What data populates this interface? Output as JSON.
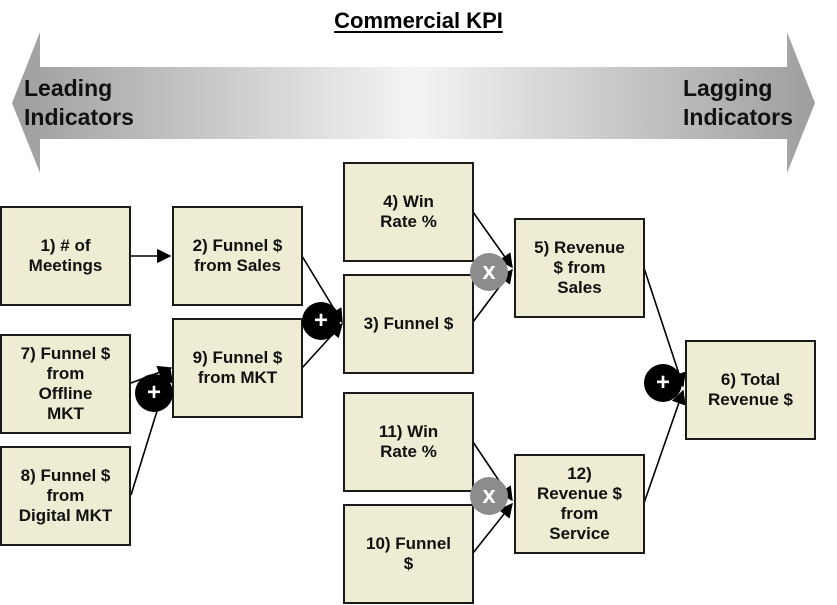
{
  "title": "Commercial KPI",
  "scale": {
    "leading": [
      "Leading",
      "Indicators"
    ],
    "lagging": [
      "Lagging",
      "Indicators"
    ]
  },
  "nodes": {
    "n1": [
      "1) # of",
      "Meetings"
    ],
    "n2": [
      "2) Funnel $",
      "from Sales"
    ],
    "n3": [
      "3) Funnel $"
    ],
    "n4": [
      "4) Win",
      "Rate %"
    ],
    "n5": [
      "5) Revenue",
      "$ from",
      "Sales"
    ],
    "n6": [
      "6) Total",
      "Revenue $"
    ],
    "n7": [
      "7) Funnel $",
      "from",
      "Offline",
      "MKT"
    ],
    "n8": [
      "8) Funnel $",
      "from",
      "Digital MKT"
    ],
    "n9": [
      "9) Funnel $",
      "from MKT"
    ],
    "n10": [
      "10) Funnel",
      "$"
    ],
    "n11": [
      "11) Win",
      "Rate %"
    ],
    "n12": [
      "12)",
      "Revenue $",
      "from",
      "Service"
    ]
  },
  "operators": {
    "plus_mkt": "+",
    "plus_funnel": "+",
    "times_sales": "x",
    "times_service": "x",
    "plus_total": "+"
  },
  "colors": {
    "box_fill": "#eeecd2",
    "box_border": "#1a1a1a",
    "plus_fill": "#000000",
    "times_fill": "#8c8c8c",
    "arrow_light": "#f4f4f4",
    "arrow_dark": "#9e9e9e"
  }
}
